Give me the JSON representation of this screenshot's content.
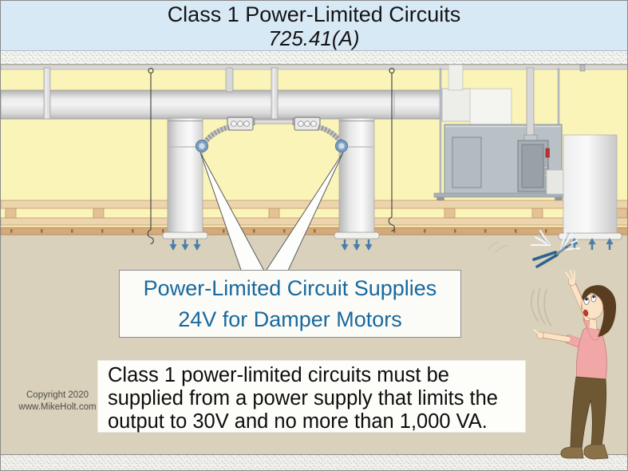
{
  "title": {
    "line1": "Class 1 Power-Limited Circuits",
    "line2": "725.41(A)"
  },
  "callout": {
    "text": "Power-Limited Circuit Supplies\n24V for Damper Motors"
  },
  "note": {
    "text": "Class 1 power-limited circuits must be\nsupplied from a power supply that limits the\noutput to 30V and no more than 1,000 VA."
  },
  "copyright": {
    "text": "Copyright 2020\nwww.MikeHolt.com"
  },
  "scene": {
    "supply_air_arrows": {
      "direction": "down",
      "count_per_register": 3,
      "registers": 2
    },
    "return_air_arrows": {
      "direction": "up",
      "count": 3
    },
    "damper_motors": 2,
    "junction_boxes": 2
  },
  "colors": {
    "title_band_bg": "#d8e9f6",
    "wall_yellow": "#fbf4b8",
    "room_tan": "#d9d1bb",
    "callout_text_blue": "#17699f",
    "arrow_blue": "#4a7dab",
    "disconnect_handle_red": "#c03030",
    "shirt_pink": "#f2a7a7",
    "note_text": "#0d0d0d"
  }
}
